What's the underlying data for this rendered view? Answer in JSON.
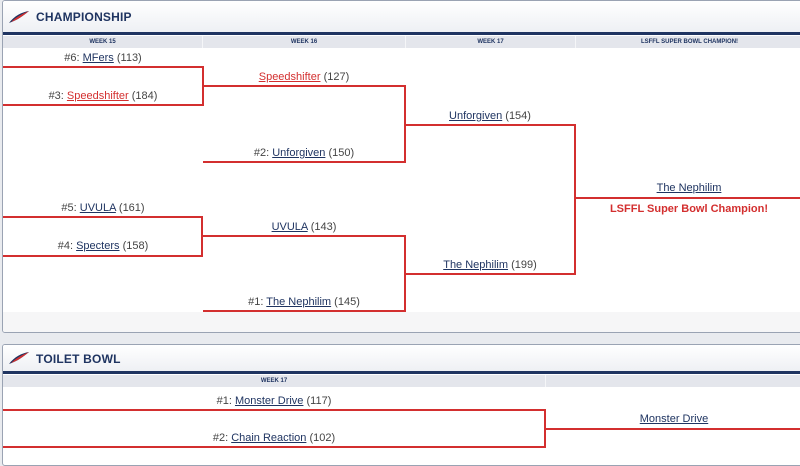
{
  "championship": {
    "title": "CHAMPIONSHIP",
    "columns": [
      "WEEK 15",
      "WEEK 16",
      "WEEK 17",
      "LSFFL SUPER BOWL CHAMPION!"
    ],
    "week15": [
      {
        "seed": "#6:",
        "team": "MFers",
        "score": "(113)"
      },
      {
        "seed": "#3:",
        "team": "Speedshifter",
        "score": "(184)"
      },
      {
        "seed": "#5:",
        "team": "UVULA",
        "score": "(161)"
      },
      {
        "seed": "#4:",
        "team": "Specters",
        "score": "(158)"
      }
    ],
    "week16": [
      {
        "seed": "",
        "team": "Speedshifter",
        "score": "(127)"
      },
      {
        "seed": "#2:",
        "team": "Unforgiven",
        "score": "(150)"
      },
      {
        "seed": "",
        "team": "UVULA",
        "score": "(143)"
      },
      {
        "seed": "#1:",
        "team": "The Nephilim",
        "score": "(145)"
      }
    ],
    "week17": [
      {
        "team": "Unforgiven",
        "score": "(154)"
      },
      {
        "team": "The Nephilim",
        "score": "(199)"
      }
    ],
    "champion": {
      "team": "The Nephilim",
      "caption": "LSFFL Super Bowl Champion!"
    },
    "colors": {
      "line": "#d32f2f",
      "navy": "#1f3461"
    }
  },
  "toilet_bowl": {
    "title": "TOILET BOWL",
    "columns": [
      "WEEK 17",
      ""
    ],
    "week17": [
      {
        "seed": "#1:",
        "team": "Monster Drive",
        "score": "(117)"
      },
      {
        "seed": "#2:",
        "team": "Chain Reaction",
        "score": "(102)"
      }
    ],
    "winner": {
      "team": "Monster Drive"
    }
  }
}
